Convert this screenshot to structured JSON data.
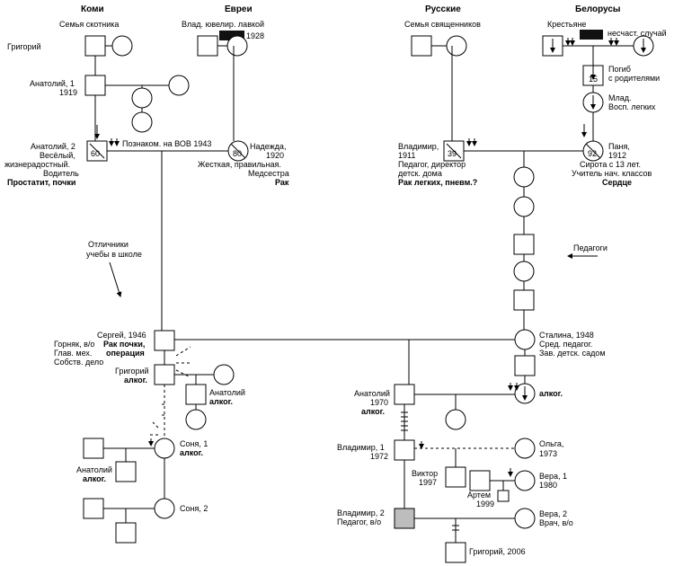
{
  "groups": {
    "komi": "Коми",
    "evrei": "Евреи",
    "russkie": "Русские",
    "belorusy": "Белорусы"
  },
  "notes": {
    "komi_family": "Семья скотника",
    "jeweler": "Влад. ювелир. лавкой",
    "year_1928": "1928",
    "priests": "Семья священников",
    "peasants": "Крестьяне",
    "accident": "несчаст. случай",
    "perished_1": "Погиб",
    "perished_2": "с родителями",
    "age_15": "15",
    "infant_1": "Млад.",
    "infant_2": "Восп. легких",
    "met_war": "Познаком. на ВОВ 1943",
    "excellent_1": "Отличники",
    "excellent_2": "учебы в школе",
    "teachers": "Педагоги"
  },
  "people": {
    "grigory1": "Григорий",
    "anatoly1_a": "Анатолий, 1",
    "anatoly1_b": "1919",
    "anatoly2_a": "Анатолий, 2",
    "anatoly2_b": "Весёлый,",
    "anatoly2_c": "жизнерадостный.",
    "anatoly2_d": "Водитель",
    "anatoly2_e": "Простатит, почки",
    "anatoly2_age": "60",
    "nadezhda_a": "Надежда,",
    "nadezhda_b": "1920",
    "nadezhda_c": "Жесткая, правильная.",
    "nadezhda_d": "Медсестра",
    "nadezhda_e": "Рак",
    "nadezhda_age": "80",
    "vladimir_a": "Владимир,",
    "vladimir_b": "1911",
    "vladimir_c": "Педагог, директор",
    "vladimir_d": "детск. дома",
    "vladimir_e": "Рак легких, пневм.?",
    "vladimir_age": "39",
    "panya_a": "Паня,",
    "panya_b": "1912",
    "panya_c": "Сирота с 13 лет.",
    "panya_d": "Учитель нач. классов",
    "panya_e": "Сердце",
    "panya_age": "92",
    "sergey_a": "Сергей, 1946",
    "sergey_b": "Рак почки,",
    "sergey_c": "операция",
    "sergey_d": "Горняк, в/о",
    "sergey_e": "Глав. мех.",
    "sergey_f": "Собств. дело",
    "stalina_a": "Сталина, 1948",
    "stalina_b": "Сред. педагог.",
    "stalina_c": "Зав. детск. садом",
    "grigory2_a": "Григорий",
    "grigory2_b": "алког.",
    "anatoly3_a": "Анатолий",
    "anatoly3_b": "алког.",
    "sonya1_a": "Соня, 1",
    "sonya1_b": "алког.",
    "anatoly4_a": "Анатолий",
    "anatoly4_b": "алког.",
    "sonya2": "Соня, 2",
    "anatoly5_a": "Анатолий",
    "anatoly5_b": "1970",
    "anatoly5_c": "алког.",
    "alko_female": "алког.",
    "vladimir1_a": "Владимир, 1",
    "vladimir1_b": "1972",
    "olga_a": "Ольга,",
    "olga_b": "1973",
    "viktor_a": "Виктор",
    "viktor_b": "1997",
    "vera1_a": "Вера, 1",
    "vera1_b": "1980",
    "artem_a": "Артем",
    "artem_b": "1999",
    "vladimir2_a": "Владимир, 2",
    "vladimir2_b": "Педагог, в/о",
    "vera2_a": "Вера, 2",
    "vera2_b": "Врач, в/о",
    "grigory3": "Григорий, 2006"
  },
  "colors": {
    "line": "#000000",
    "black_box": "#111111",
    "grey_fill": "#bdbdbd"
  }
}
